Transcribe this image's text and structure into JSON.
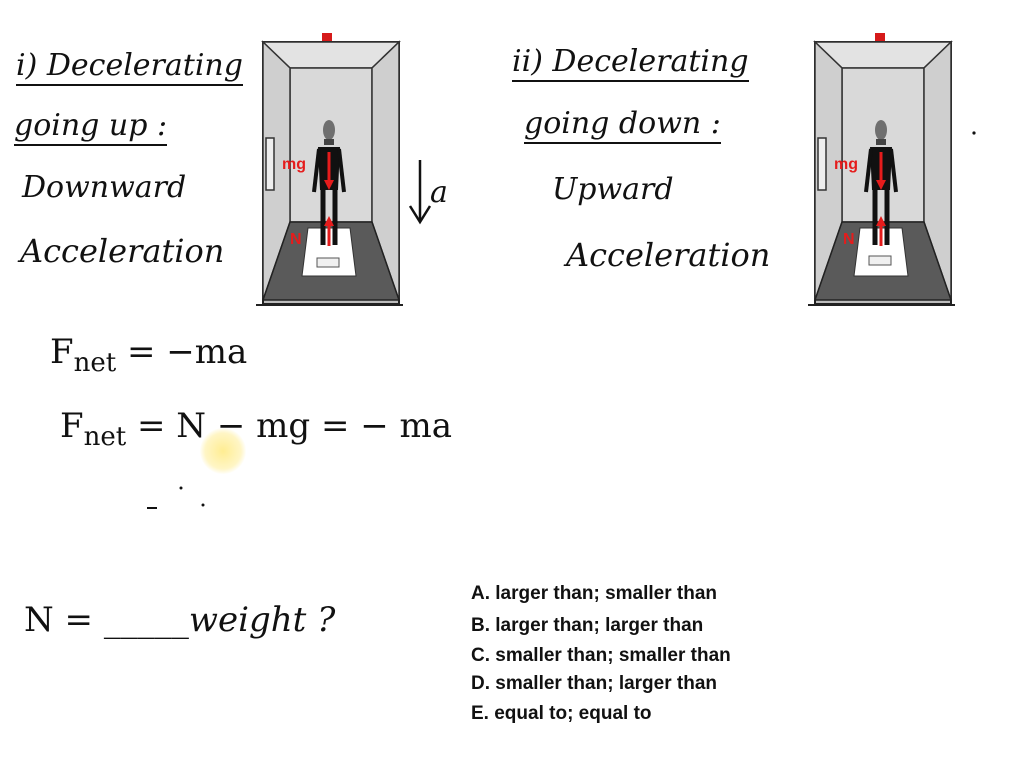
{
  "case1": {
    "label": "i) Decelerating",
    "label2": "going up :",
    "direction": "Downward",
    "accel": "Acceleration"
  },
  "case2": {
    "label": "ii) Decelerating",
    "label2": "going down :",
    "direction": "Upward",
    "accel": "Acceleration"
  },
  "elevator1": {
    "mg": "mg",
    "n": "N",
    "arrow_label": "a"
  },
  "elevator2": {
    "mg": "mg",
    "n": "N"
  },
  "equations": {
    "fnet1": "F",
    "fnet1_sub": "net",
    "fnet1_rhs": " = −ma",
    "fnet2": "F",
    "fnet2_sub": "net",
    "fnet2_rhs": " = N − mg = − ma"
  },
  "question": {
    "lhs": "N = ",
    "blank": "_____",
    "rhs": "weight ?"
  },
  "options": [
    "A. larger than; smaller than",
    "B. larger than; larger than",
    "C. smaller than; smaller than",
    "D. smaller than; larger than",
    "E. equal to; equal to"
  ],
  "colors": {
    "force_arrow": "#e51c1c",
    "cursor_highlight": "#ffec8c",
    "elevator_wall": "#c9c9c9",
    "elevator_floor": "#5a5a5a"
  }
}
